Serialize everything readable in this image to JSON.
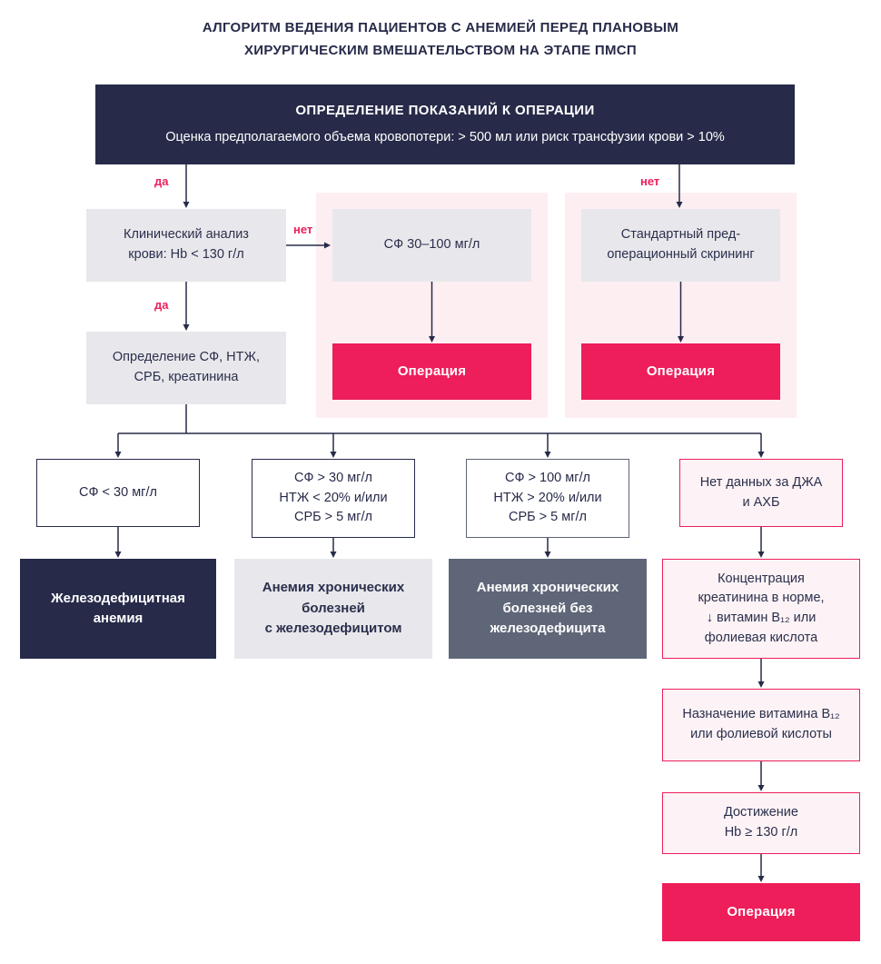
{
  "page": {
    "title_line1": "АЛГОРИТМ ВЕДЕНИЯ ПАЦИЕНТОВ С АНЕМИЕЙ ПЕРЕД ПЛАНОВЫМ",
    "title_line2": "ХИРУРГИЧЕСКИМ ВМЕШАТЕЛЬСТВОМ НА ЭТАПЕ ПМСП"
  },
  "root": {
    "heading": "ОПРЕДЕЛЕНИЕ ПОКАЗАНИЙ К ОПЕРАЦИИ",
    "subtitle": "Оценка предполагаемого объема кровопотери: > 500 мл или риск трансфузии крови > 10%"
  },
  "branch_labels": {
    "yes_top": "да",
    "no_top": "нет",
    "no_mid": "нет",
    "yes_mid": "да"
  },
  "boxes": {
    "clinical_blood_test": "Клинический анализ\nкрови: Hb < 130 г/л",
    "ferritin_30_100": "СФ 30–100 мг/л",
    "operation_1": "Операция",
    "standard_screening": "Стандартный пред-\nоперационный скрининг",
    "operation_2": "Операция",
    "determine_markers": "Определение СФ, НТЖ,\nСРБ, креатинина",
    "cond_ferritin_low": "СФ < 30 мг/л",
    "cond_acd_with_id": "СФ > 30 мг/л\nНТЖ < 20% и/или\nСРБ > 5 мг/л",
    "cond_acd_without_id": "СФ > 100 мг/л\nНТЖ > 20% и/или\nСРБ > 5 мг/л",
    "cond_no_data": "Нет данных за ДЖА\nи АХБ",
    "result_iron_deficiency_anemia": "Железодефицитная\nанемия",
    "result_acd_with_id": "Анемия хронических\nболезней\nс железодефицитом",
    "result_acd_without_id": "Анемия хронических\nболезней без\nжелезодефицита",
    "result_creatinine_b12": "Концентрация\nкреатинина в норме,\n↓ витамин B₁₂ или\nфолиевая кислота",
    "prescribe_vitamin": "Назначение витамина B₁₂\nили фолиевой кислоты",
    "target_hb": "Достижение\nHb ≥ 130 г/л",
    "operation_3": "Операция"
  },
  "colors": {
    "navy": "#272b49",
    "crimson": "#ed1e5a",
    "panel_pink": "#fdeef2",
    "light_gray": "#e8e8ec",
    "slate_gray": "#5f6678",
    "pink_box_bg": "#fdf3f6"
  }
}
